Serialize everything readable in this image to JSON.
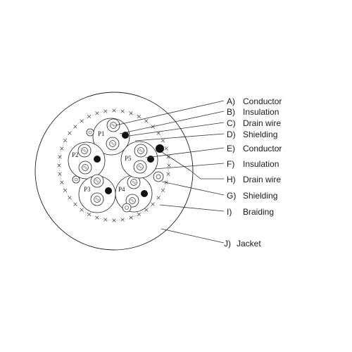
{
  "labels": [
    {
      "letter": "A)",
      "text": "Conductor"
    },
    {
      "letter": "B)",
      "text": "Insulation"
    },
    {
      "letter": "C)",
      "text": "Drain wire"
    },
    {
      "letter": "D)",
      "text": "Shielding"
    },
    {
      "letter": "E)",
      "text": "Conductor"
    },
    {
      "letter": "F)",
      "text": "Insulation"
    },
    {
      "letter": "H)",
      "text": "Drain wire"
    },
    {
      "letter": "G)",
      "text": "Shielding"
    },
    {
      "letter": "I)",
      "text": "Braiding"
    },
    {
      "letter": "J)",
      "text": "Jacket"
    }
  ],
  "pairs": [
    "P1",
    "P2",
    "P3",
    "P4",
    "P5"
  ]
}
